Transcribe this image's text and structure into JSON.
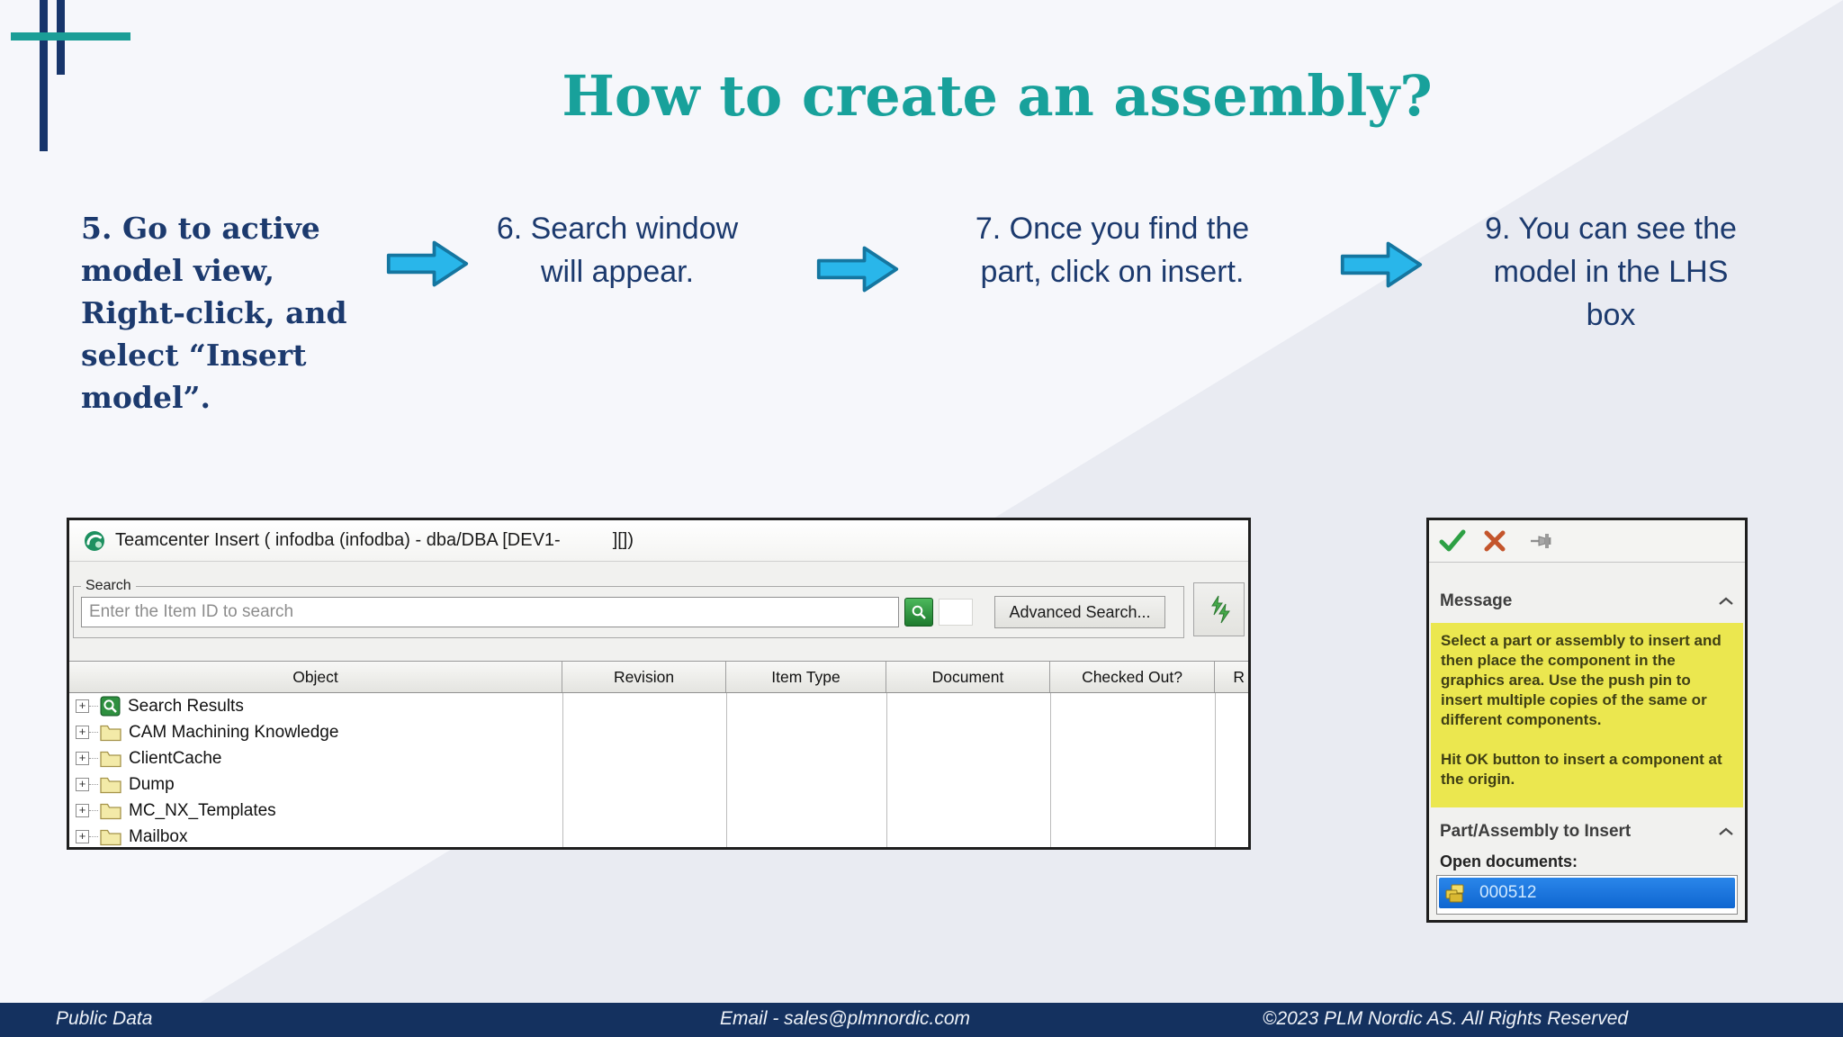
{
  "title": "How to create an assembly?",
  "steps": [
    {
      "label": "5. Go to active model view, Right-click, and select “Insert model”."
    },
    {
      "label": "6. Search window will appear."
    },
    {
      "label": "7. Once you find the part, click on insert."
    },
    {
      "label": "9. You can see the model in the LHS box"
    }
  ],
  "teamcenter_dialog": {
    "title_left": "Teamcenter Insert ( infodba (infodba) - dba/DBA [DEV1-",
    "title_right": "][])",
    "search_group_label": "Search",
    "search_placeholder": "Enter the Item ID to search",
    "advanced_search_label": "Advanced Search...",
    "expander_glyph": "+",
    "columns": [
      "Object",
      "Revision",
      "Item Type",
      "Document",
      "Checked Out?",
      "R"
    ],
    "tree_items": [
      {
        "label": "Search Results",
        "icon": "search-results-icon"
      },
      {
        "label": "CAM Machining Knowledge",
        "icon": "folder-icon"
      },
      {
        "label": "ClientCache",
        "icon": "folder-icon"
      },
      {
        "label": "Dump",
        "icon": "folder-icon"
      },
      {
        "label": "MC_NX_Templates",
        "icon": "folder-icon"
      },
      {
        "label": "Mailbox",
        "icon": "folder-icon"
      }
    ]
  },
  "insert_panel": {
    "message_header": "Message",
    "message_paragraph_1": "Select a part or assembly to insert and then place the component in the graphics area. Use the push pin to insert multiple copies of the same or different components.",
    "message_paragraph_2": "Hit OK button to insert a component at the origin.",
    "part_header": "Part/Assembly to Insert",
    "open_documents_label": "Open documents:",
    "selected_document": "000512"
  },
  "footer": {
    "left": "Public Data",
    "center": "Email - sales@plmnordic.com",
    "right": "©2023 PLM Nordic AS. All Rights Reserved"
  },
  "colors": {
    "title_teal": "#18a19b",
    "step_navy": "#1c3a6e",
    "arrow_fill": "#29b6ea",
    "arrow_stroke": "#1576a0",
    "footer_navy": "#14315f",
    "message_yellow": "#ebe74f",
    "selection_blue": "#0f66d0"
  }
}
